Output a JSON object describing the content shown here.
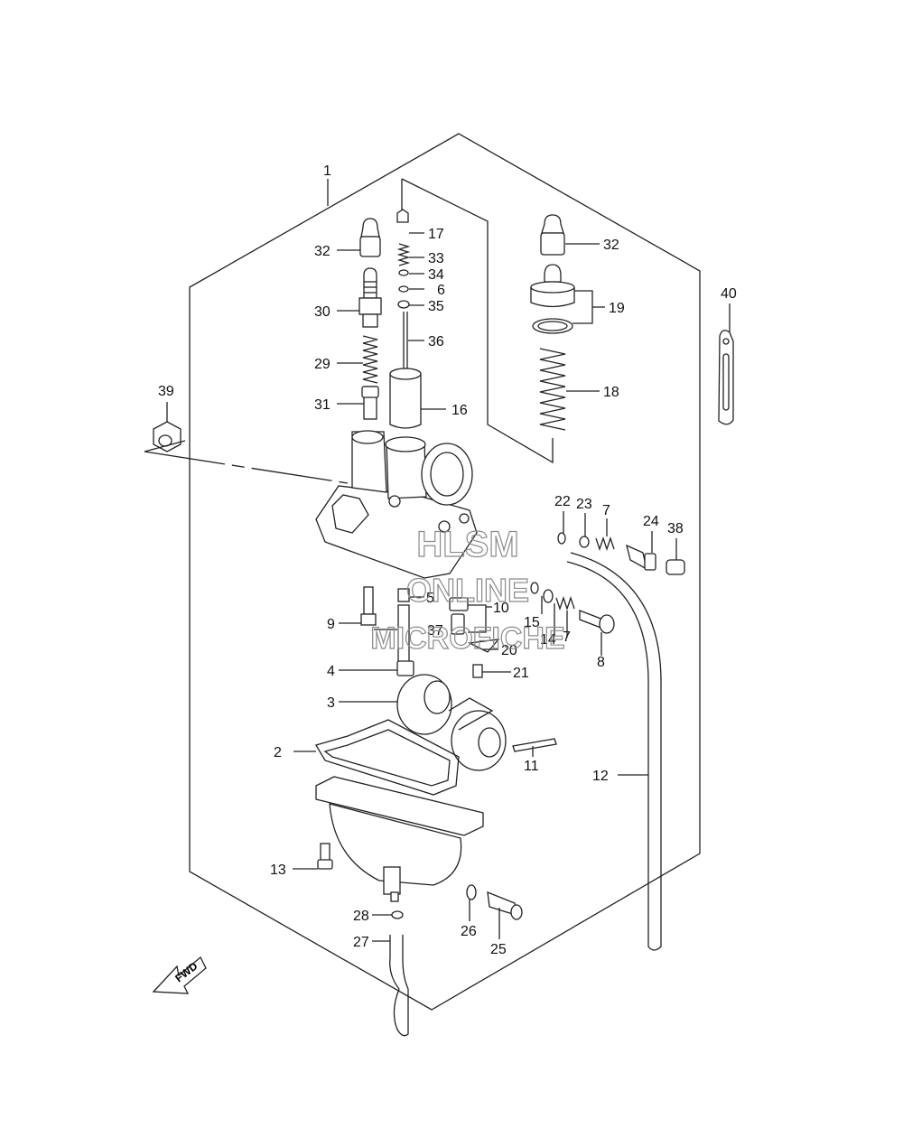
{
  "watermark": {
    "line1": "HLSM",
    "line2": "ONLINE",
    "line3": "MICROFICHE"
  },
  "fwd_label": "FWD",
  "callouts": [
    {
      "id": "1",
      "text": "1"
    },
    {
      "id": "2",
      "text": "2"
    },
    {
      "id": "3",
      "text": "3"
    },
    {
      "id": "4",
      "text": "4"
    },
    {
      "id": "5",
      "text": "5"
    },
    {
      "id": "6",
      "text": "6"
    },
    {
      "id": "7a",
      "text": "7"
    },
    {
      "id": "7b",
      "text": "7"
    },
    {
      "id": "8",
      "text": "8"
    },
    {
      "id": "9",
      "text": "9"
    },
    {
      "id": "10",
      "text": "10"
    },
    {
      "id": "11",
      "text": "11"
    },
    {
      "id": "12",
      "text": "12"
    },
    {
      "id": "13",
      "text": "13"
    },
    {
      "id": "14",
      "text": "14"
    },
    {
      "id": "15",
      "text": "15"
    },
    {
      "id": "16",
      "text": "16"
    },
    {
      "id": "17",
      "text": "17"
    },
    {
      "id": "18",
      "text": "18"
    },
    {
      "id": "19",
      "text": "19"
    },
    {
      "id": "20",
      "text": "20"
    },
    {
      "id": "21",
      "text": "21"
    },
    {
      "id": "22",
      "text": "22"
    },
    {
      "id": "23",
      "text": "23"
    },
    {
      "id": "24",
      "text": "24"
    },
    {
      "id": "25",
      "text": "25"
    },
    {
      "id": "26",
      "text": "26"
    },
    {
      "id": "27",
      "text": "27"
    },
    {
      "id": "28",
      "text": "28"
    },
    {
      "id": "29",
      "text": "29"
    },
    {
      "id": "30",
      "text": "30"
    },
    {
      "id": "31",
      "text": "31"
    },
    {
      "id": "32a",
      "text": "32"
    },
    {
      "id": "32b",
      "text": "32"
    },
    {
      "id": "33",
      "text": "33"
    },
    {
      "id": "34",
      "text": "34"
    },
    {
      "id": "35",
      "text": "35"
    },
    {
      "id": "36",
      "text": "36"
    },
    {
      "id": "37",
      "text": "37"
    },
    {
      "id": "38",
      "text": "38"
    },
    {
      "id": "39",
      "text": "39"
    },
    {
      "id": "40",
      "text": "40"
    }
  ]
}
